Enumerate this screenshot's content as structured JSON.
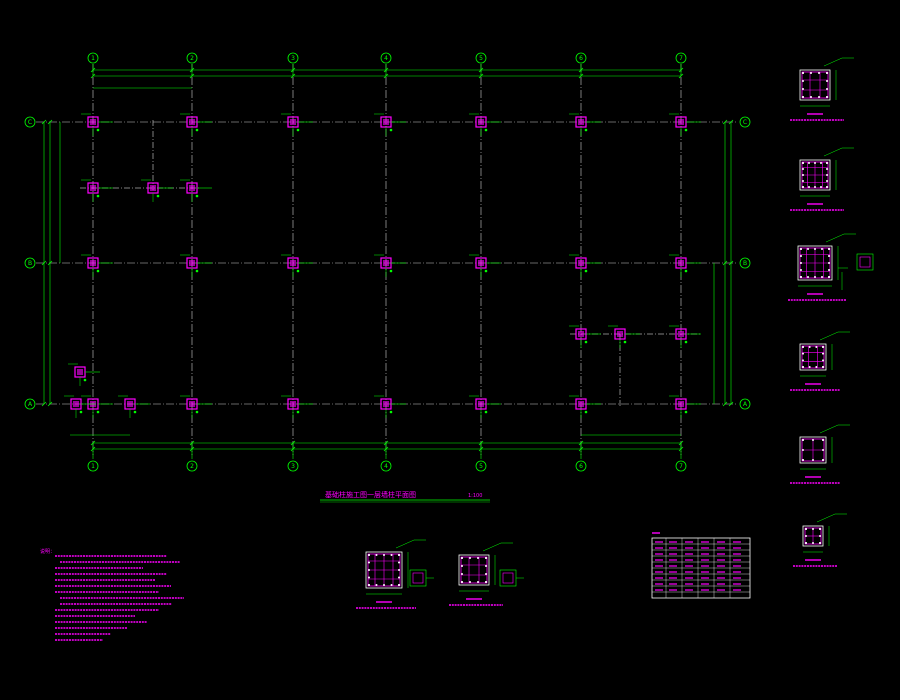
{
  "drawing": {
    "grid_columns": [
      "1",
      "2",
      "3",
      "4",
      "5",
      "6",
      "7"
    ],
    "grid_rows": [
      "C",
      "B",
      "A"
    ],
    "title": "基础柱施工图一层墙柱平面图",
    "scale": "1:100"
  },
  "colors": {
    "background": "#000000",
    "line": "#00ff00",
    "column": "#ff00ff",
    "dim": "#00ff00",
    "text": "#ff00ff",
    "axis": "#ffffff"
  },
  "notes": {
    "heading": "说明："
  }
}
